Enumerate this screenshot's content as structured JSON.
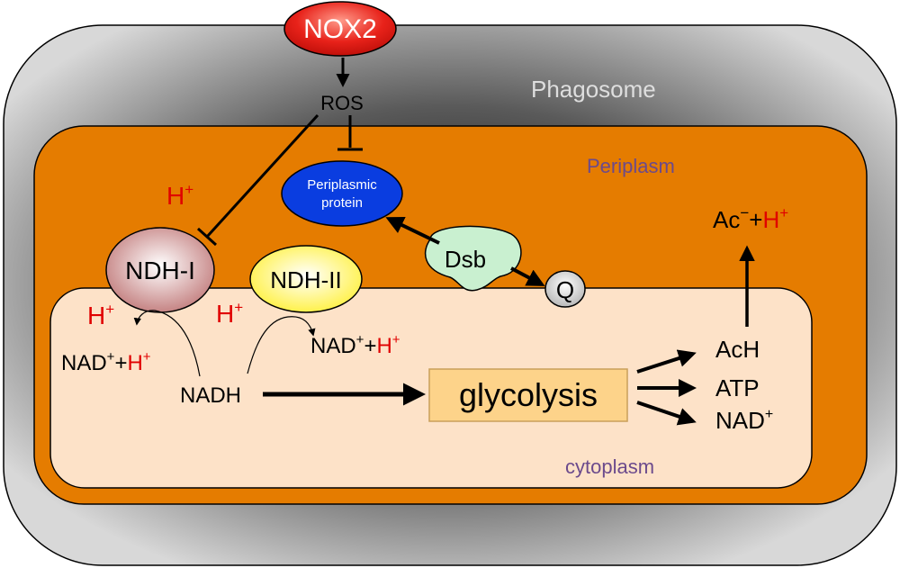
{
  "compartments": {
    "phagosome": "Phagosome",
    "periplasm": "Periplasm",
    "cytoplasm": "cytoplasm"
  },
  "nodes": {
    "nox2": "NOX2",
    "ros": "ROS",
    "periplasmic_protein_line1": "Periplasmic",
    "periplasmic_protein_line2": "protein",
    "ndh1": "NDH-I",
    "ndh2": "NDH-II",
    "dsb": "Dsb",
    "quinone": "Q",
    "glycolysis": "glycolysis",
    "nadh": "NADH"
  },
  "species": {
    "proton_base": "H",
    "plus_sign": "+",
    "nad_base": "NAD",
    "plus_join": "+",
    "ac_base": "Ac",
    "minus_sign": "−",
    "ach": "AcH",
    "atp": "ATP"
  },
  "colors": {
    "phagosome": "#8a8a8a",
    "periplasm": "#e57c00",
    "cytoplasm": "#fde2c8",
    "nox2": "#e8221a",
    "periplasmic_protein": "#0a3de0",
    "ndh1": "#c98a8a",
    "ndh2": "#fff15a",
    "dsb": "#c9f0d0",
    "glycolysis": "#fdd38a",
    "proton": "#e00000",
    "compartment_label": "#6b4a8c"
  }
}
